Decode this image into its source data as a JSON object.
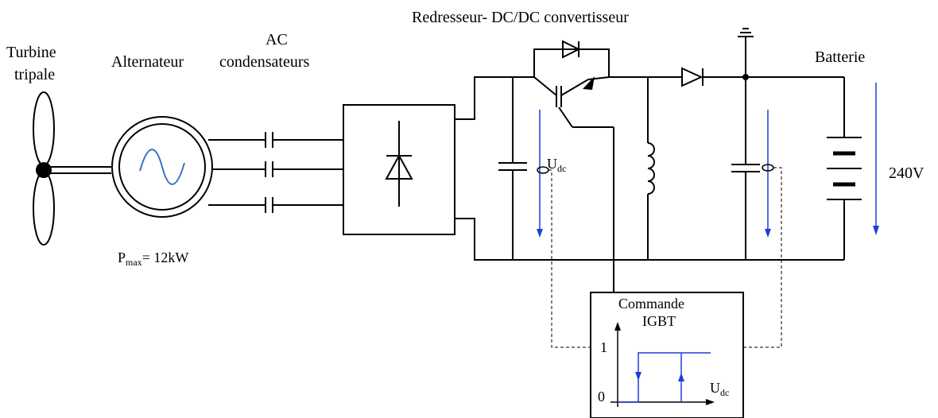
{
  "labels": {
    "turbine_line1": "Turbine",
    "turbine_line2": "tripale",
    "alternator": "Alternateur",
    "ac_line1": "AC",
    "ac_line2": "condensateurs",
    "converter_title": "Redresseur- DC/DC convertisseur",
    "battery": "Batterie",
    "battery_voltage": "240V",
    "pmax_main": "P",
    "pmax_sub": "max",
    "pmax_value": "= 12kW",
    "udc_main": "U",
    "udc_sub": "dc",
    "command_line1": "Commande",
    "command_line2": "IGBT",
    "hyst_one": "1",
    "hyst_zero": "0",
    "hyst_axis_main": "U",
    "hyst_axis_sub": "dc"
  },
  "colors": {
    "wire": "#000000",
    "sine": "#3a6fc4",
    "arrow": "#1f3fd6",
    "hysteresis": "#1f3fd6"
  }
}
